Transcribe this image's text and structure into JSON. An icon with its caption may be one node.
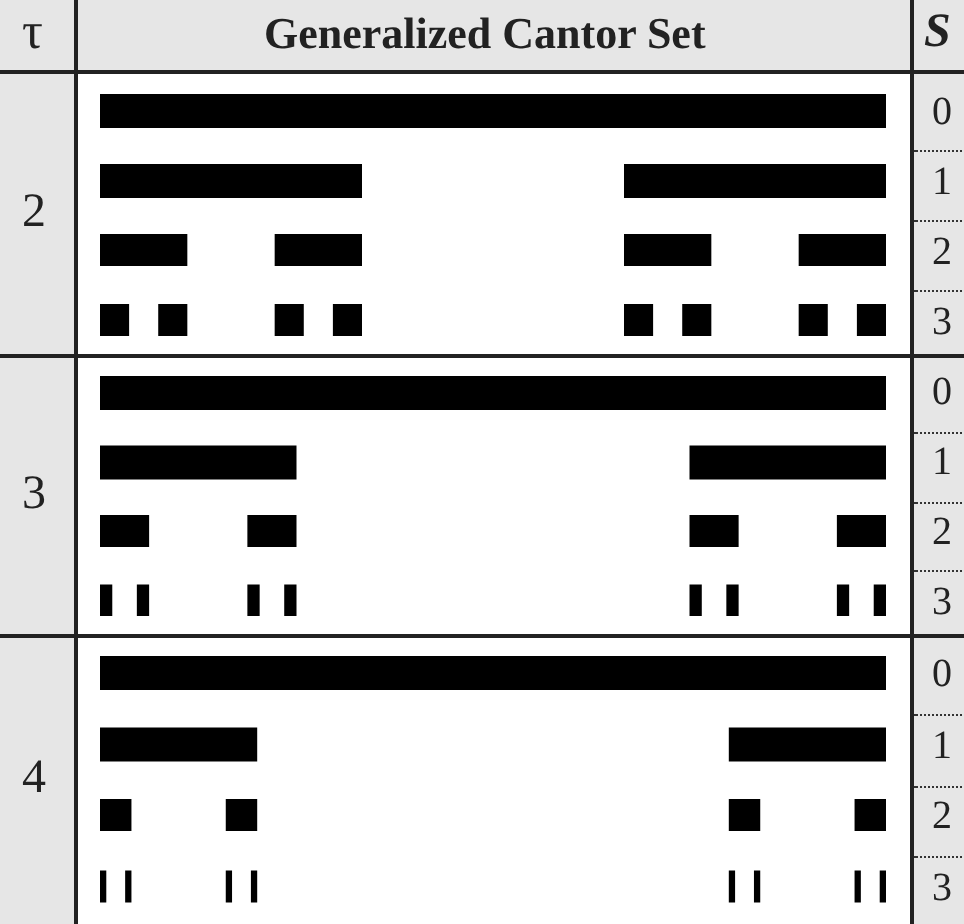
{
  "diagram": {
    "labels": [
      "τ",
      "Generalized Cantor Set",
      "S",
      "2",
      "0",
      "1",
      "2",
      "3",
      "3",
      "0",
      "1",
      "2",
      "3",
      "4",
      "0",
      "1",
      "2",
      "3"
    ]
  }
}
